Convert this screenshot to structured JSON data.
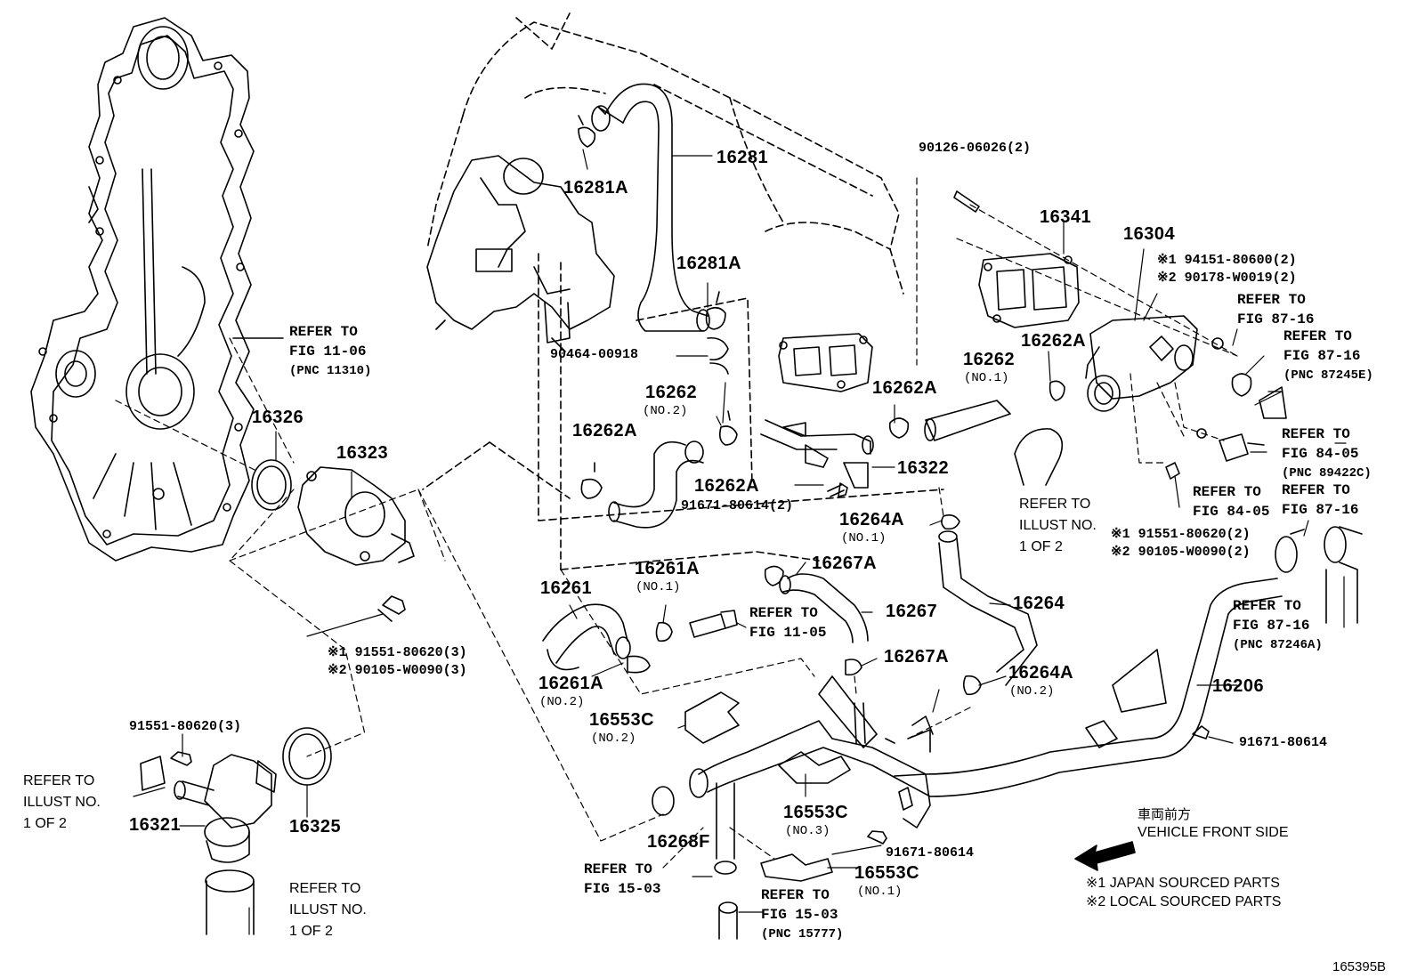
{
  "parts": {
    "p16281": "16281",
    "p16281A_1": "16281A",
    "p16281A_2": "16281A",
    "p90464": "90464-00918",
    "p16262_no2": "16262",
    "p16262_no2_sub": "(NO.2)",
    "p16262A_a": "16262A",
    "p16262A_b": "16262A",
    "p91671_2": "91671-80614(2)",
    "p16262A_c": "16262A",
    "p16262_no1": "16262",
    "p16262_no1_sub": "(NO.1)",
    "p16262A_d": "16262A",
    "p16322": "16322",
    "p90126": "90126-06026(2)",
    "p16341": "16341",
    "p16304": "16304",
    "p94151": "※1 94151-80600(2)",
    "p90178": "※2 90178-W0019(2)",
    "p16326": "16326",
    "p16323": "16323",
    "p91551_3a": "※1 91551-80620(3)",
    "p90105_3": "※2 90105-W0090(3)",
    "p91551_3b": "91551-80620(3)",
    "p16321": "16321",
    "p16325": "16325",
    "p16264A_1": "16264A",
    "p16264A_1_sub": "(NO.1)",
    "p16267A_1": "16267A",
    "p16261A_1": "16261A",
    "p16261A_1_sub": "(NO.1)",
    "p16261": "16261",
    "p16267": "16267",
    "p16264": "16264",
    "p16267A_2": "16267A",
    "p16261A_2": "16261A",
    "p16261A_2_sub": "(NO.2)",
    "p16264A_2": "16264A",
    "p16264A_2_sub": "(NO.2)",
    "p16553C_2": "16553C",
    "p16553C_2_sub": "(NO.2)",
    "p16206": "16206",
    "p91671_a": "91671-80614",
    "p16553C_3": "16553C",
    "p16553C_3_sub": "(NO.3)",
    "p16268F": "16268F",
    "p91671_b": "91671-80614",
    "p16553C_1": "16553C",
    "p16553C_1_sub": "(NO.1)",
    "p91551_2": "※1 91551-80620(2)",
    "p90105_2": "※2 90105-W0090(2)"
  },
  "refs": {
    "fig1106": [
      "REFER TO",
      "FIG 11-06",
      "(PNC 11310)"
    ],
    "fig8716a": [
      "REFER TO",
      "FIG 87-16"
    ],
    "fig8716b": [
      "REFER TO",
      "FIG 87-16",
      "(PNC 87245E)"
    ],
    "fig8405a": [
      "REFER TO",
      "FIG 84-05",
      "(PNC 89422C)"
    ],
    "fig8405b": [
      "REFER TO",
      "FIG 84-05"
    ],
    "fig8716c": [
      "REFER TO",
      "FIG 87-16"
    ],
    "illust_right": [
      "REFER TO",
      "ILLUST NO.",
      "1 OF 2"
    ],
    "fig8716d": [
      "REFER TO",
      "FIG 87-16",
      "(PNC 87246A)"
    ],
    "fig1105": [
      "REFER TO",
      "FIG 11-05"
    ],
    "illust_left1": [
      "REFER TO",
      "ILLUST NO.",
      "1 OF 2"
    ],
    "illust_left2": [
      "REFER TO",
      "ILLUST NO.",
      "1 OF 2"
    ],
    "fig1503a": [
      "REFER TO",
      "FIG 15-03"
    ],
    "fig1503b": [
      "REFER TO",
      "FIG 15-03",
      "(PNC 15777)"
    ]
  },
  "legend": {
    "direction_jp": "車両前方",
    "direction_en": "VEHICLE FRONT SIDE",
    "note1": "※1 JAPAN SOURCED PARTS",
    "note2": "※2 LOCAL SOURCED PARTS",
    "diagram_id": "165395B"
  }
}
